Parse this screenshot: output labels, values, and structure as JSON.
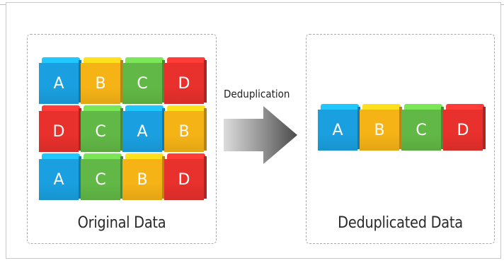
{
  "arrow_label": "Deduplication",
  "left_panel": {
    "caption": "Original Data",
    "rows": [
      [
        "A",
        "B",
        "C",
        "D"
      ],
      [
        "D",
        "C",
        "A",
        "B"
      ],
      [
        "A",
        "C",
        "B",
        "D"
      ]
    ]
  },
  "right_panel": {
    "caption": "Deduplicated Data",
    "row": [
      "A",
      "B",
      "C",
      "D"
    ]
  },
  "colors": {
    "A": "#1aa0e0",
    "B": "#f5b316",
    "C": "#62b846",
    "D": "#e8302c"
  }
}
